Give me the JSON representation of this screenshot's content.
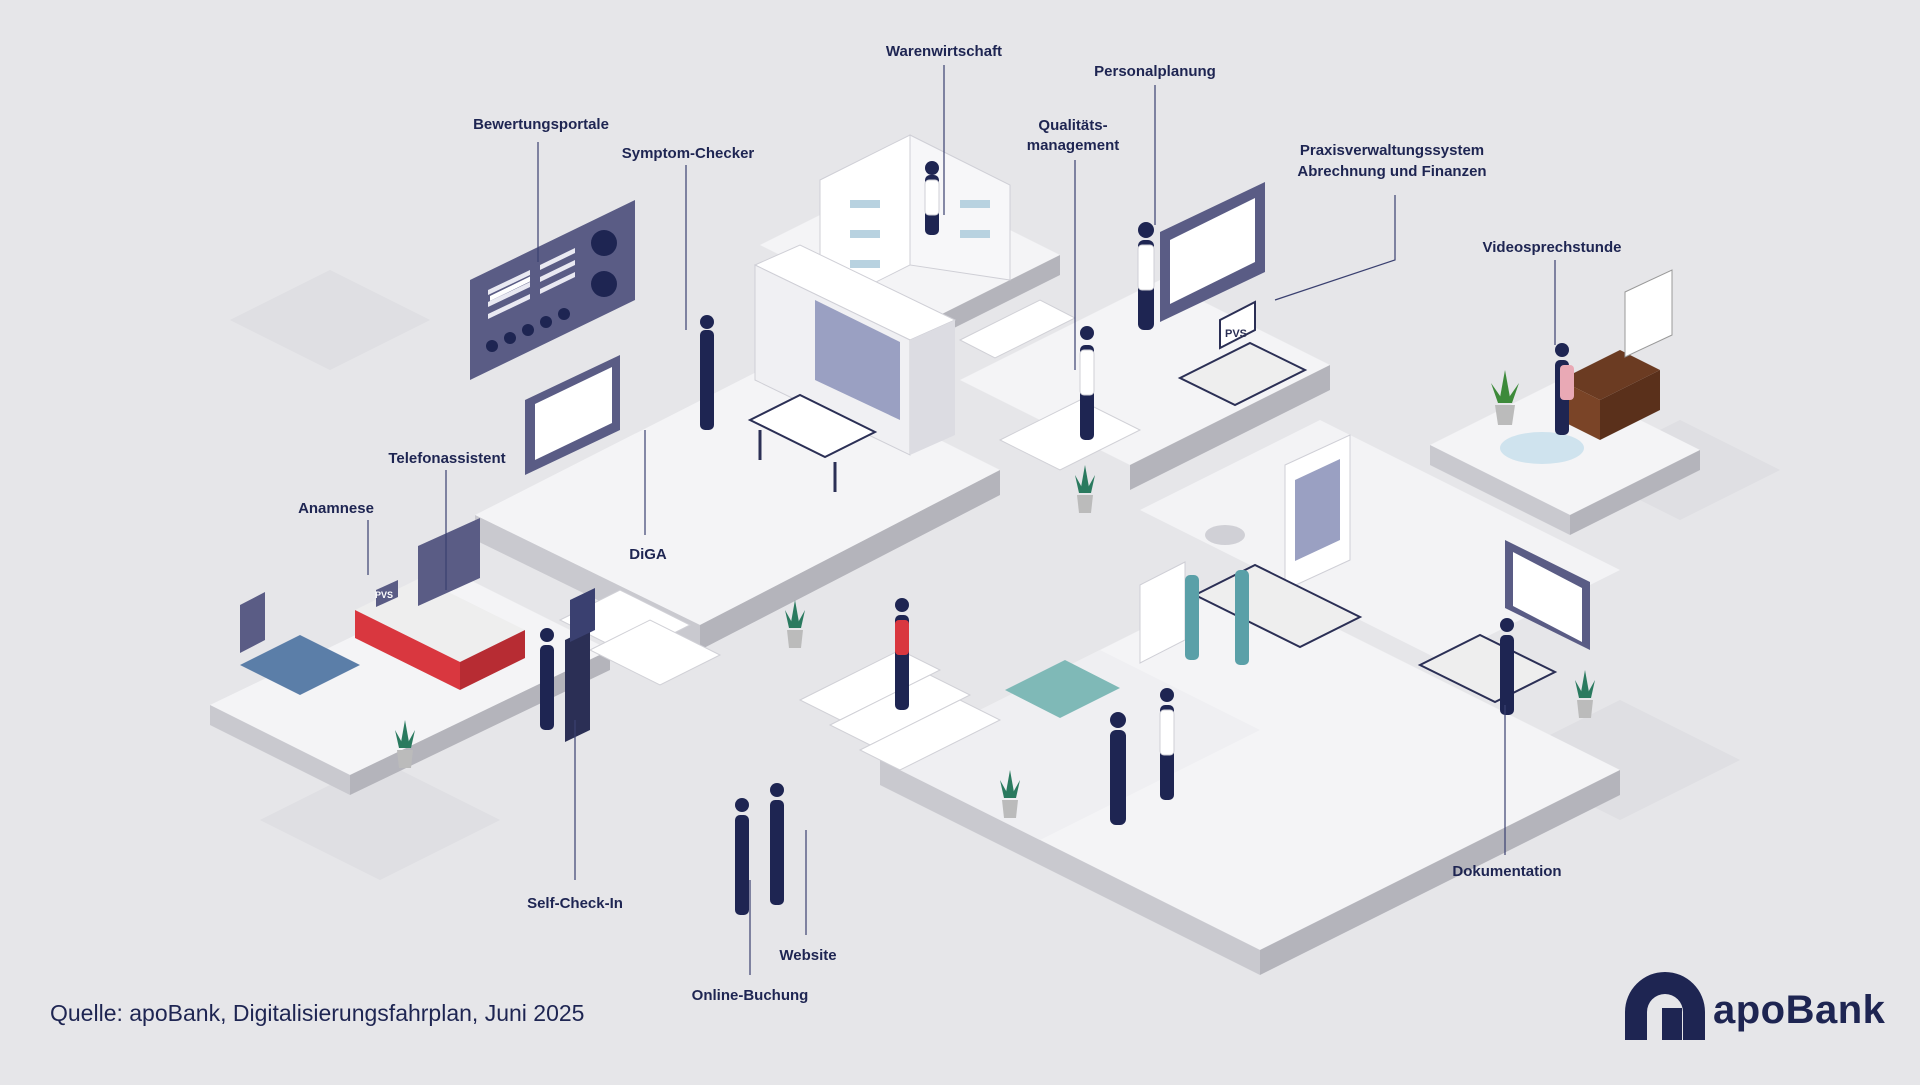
{
  "labels": {
    "warenwirtschaft": "Warenwirtschaft",
    "personalplanung": "Personalplanung",
    "bewertungsportale": "Bewertungsportale",
    "symptom_checker": "Symptom-Checker",
    "qualitaet_1": "Qualitäts-",
    "qualitaet_2": "management",
    "pvs_1": "Praxisverwaltungssystem",
    "pvs_2": "Abrechnung und Finanzen",
    "videosprechstunde": "Videosprechstunde",
    "telefonassistent": "Telefonassistent",
    "anamnese": "Anamnese",
    "diga": "DiGA",
    "self_checkin": "Self-Check-In",
    "website": "Website",
    "online_buchung": "Online-Buchung",
    "dokumentation": "Dokumentation"
  },
  "screen_text": {
    "pvs_desk": "PVS",
    "pvs_reception": "PVS"
  },
  "footer": {
    "source": "Quelle: apoBank, Digitalisierungsfahrplan, Juni 2025",
    "brand": "apoBank"
  },
  "colors": {
    "navy": "#1e2552",
    "panel": "#5a5c85",
    "floor": "#f4f4f6",
    "accent_red": "#d9373f"
  }
}
